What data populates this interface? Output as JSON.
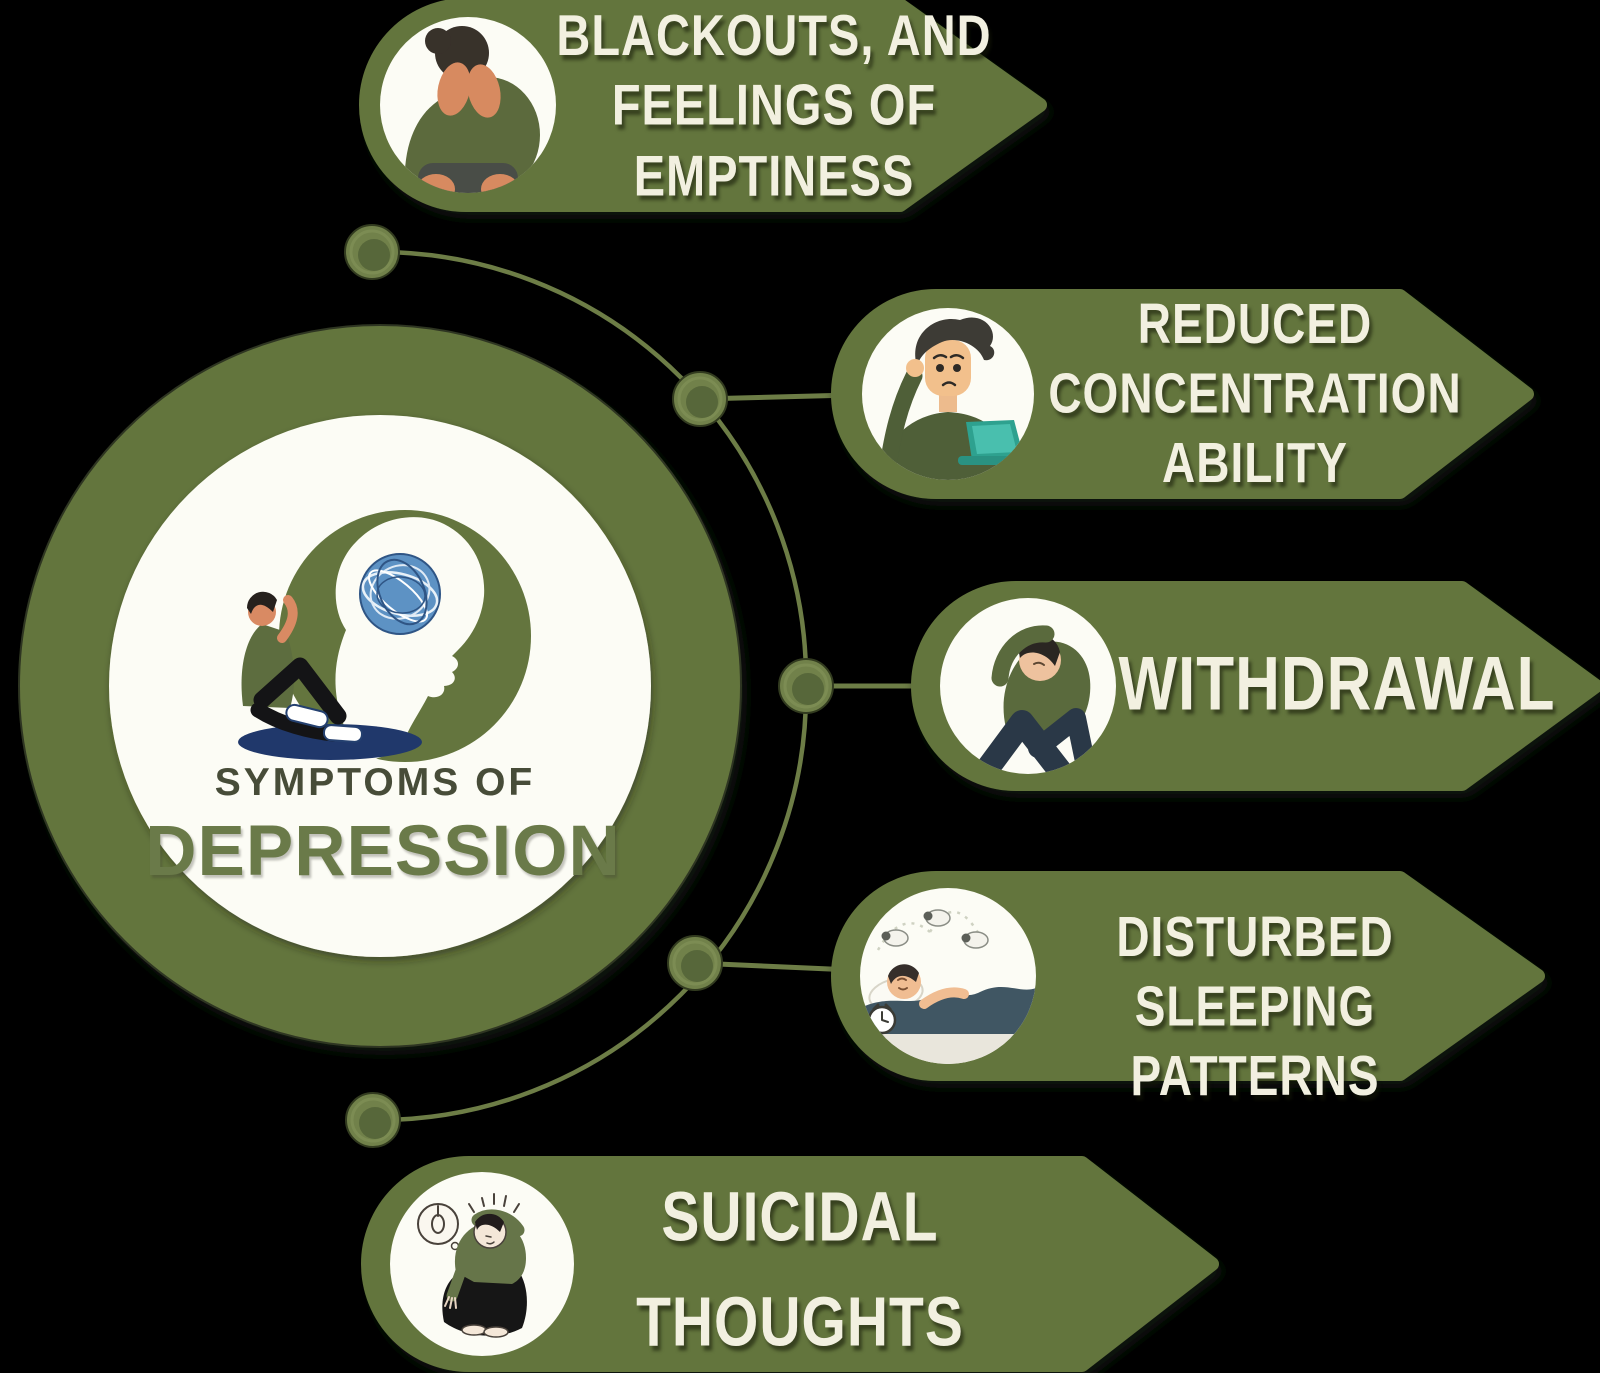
{
  "background_color": "#000000",
  "colors": {
    "banner_green": "#64753e",
    "ring_green": "#64753e",
    "dot_green": "#71814a",
    "dot_inner": "#57673a",
    "line_green": "#6d7d46",
    "cream_text": "#f2f0e0",
    "circle_white": "#fcfcf5",
    "title_top_color": "#474c38",
    "title_main_color": "#6a7a49",
    "shadow_navy": "#20386b",
    "brain_blue": "#5d92c4",
    "skin": "#d98a63",
    "laptop_teal": "#2fa18f"
  },
  "hub": {
    "title_top": "SYMPTOMS OF",
    "title_main": "DEPRESSION",
    "illustration": "sad-man-sitting-beside-bowed-head-silhouette-with-tangled-brain"
  },
  "banners": [
    {
      "id": "blackouts",
      "icon": "person-covering-face-icon",
      "lines": [
        "BLACKOUTS, AND",
        "FEELINGS OF",
        "EMPTINESS"
      ]
    },
    {
      "id": "reduced-concentration",
      "icon": "worried-man-at-laptop-icon",
      "lines": [
        "REDUCED",
        "CONCENTRATION",
        "ABILITY"
      ]
    },
    {
      "id": "withdrawal",
      "icon": "man-hugging-knees-icon",
      "lines": [
        "WITHDRAWAL"
      ]
    },
    {
      "id": "disturbed-sleep",
      "icon": "sleepless-man-counting-sheep-icon",
      "lines": [
        "DISTURBED",
        "SLEEPING PATTERNS"
      ]
    },
    {
      "id": "suicidal-thoughts",
      "icon": "crouched-person-noose-thought-icon",
      "lines": [
        "SUICIDAL",
        "THOUGHTS"
      ]
    }
  ]
}
